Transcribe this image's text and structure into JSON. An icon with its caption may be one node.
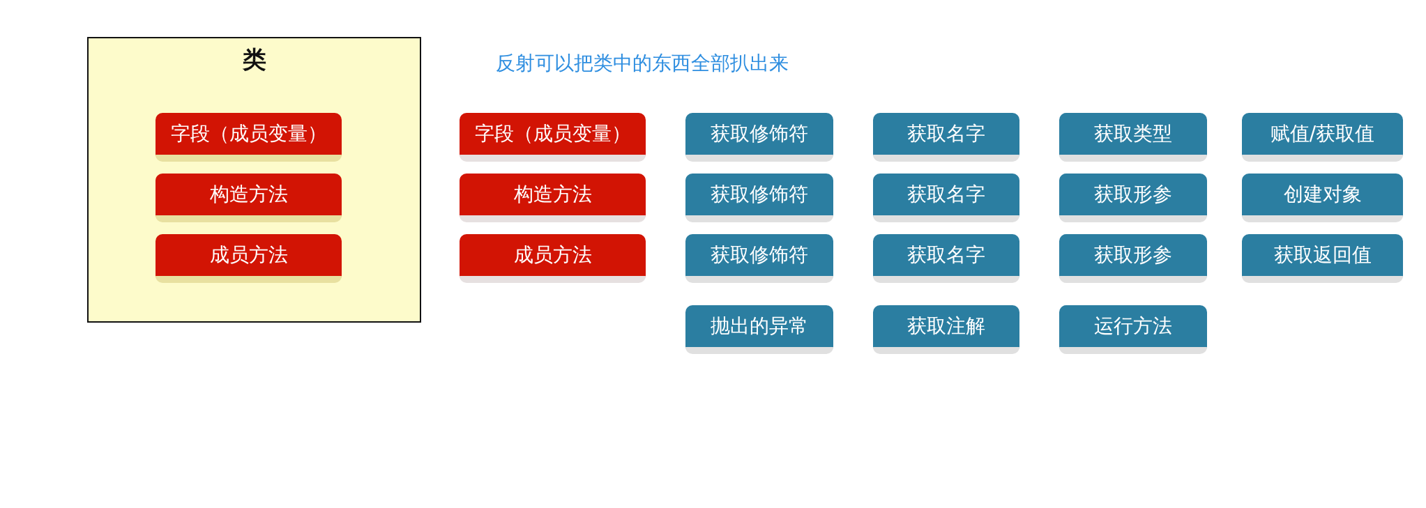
{
  "diagram": {
    "nodes": [
      {
        "text": [
          "类"
        ]
      },
      {
        "text": [
          "字段（成员变量）"
        ],
        "in": 0
      },
      {
        "text": [
          "构造方法"
        ],
        "in": 0
      },
      {
        "text": [
          "成员方法"
        ],
        "in": 0
      },
      {
        "text": [
          "字段（成员变量）"
        ]
      },
      {
        "text": [
          "获取修饰符"
        ]
      },
      {
        "text": [
          "获取名字"
        ]
      },
      {
        "text": [
          "获取类型"
        ]
      },
      {
        "text": [
          "赋值/获取值"
        ]
      },
      {
        "text": [
          "构造方法"
        ]
      },
      {
        "text": [
          "获取修饰符"
        ]
      },
      {
        "text": [
          "获取名字"
        ]
      },
      {
        "text": [
          "获取形参"
        ]
      },
      {
        "text": [
          "创建对象"
        ]
      },
      {
        "text": [
          "成员方法"
        ]
      },
      {
        "text": [
          "获取修饰符"
        ]
      },
      {
        "text": [
          "获取名字"
        ]
      },
      {
        "text": [
          "获取形参"
        ]
      },
      {
        "text": [
          "获取返回值"
        ]
      },
      {
        "text": [
          "抛出的异常"
        ]
      },
      {
        "text": [
          "获取注解"
        ]
      },
      {
        "text": [
          "运行方法"
        ]
      }
    ],
    "edges": [],
    "labels": [
      "反射可以把类中的东西全部扒出来"
    ]
  }
}
